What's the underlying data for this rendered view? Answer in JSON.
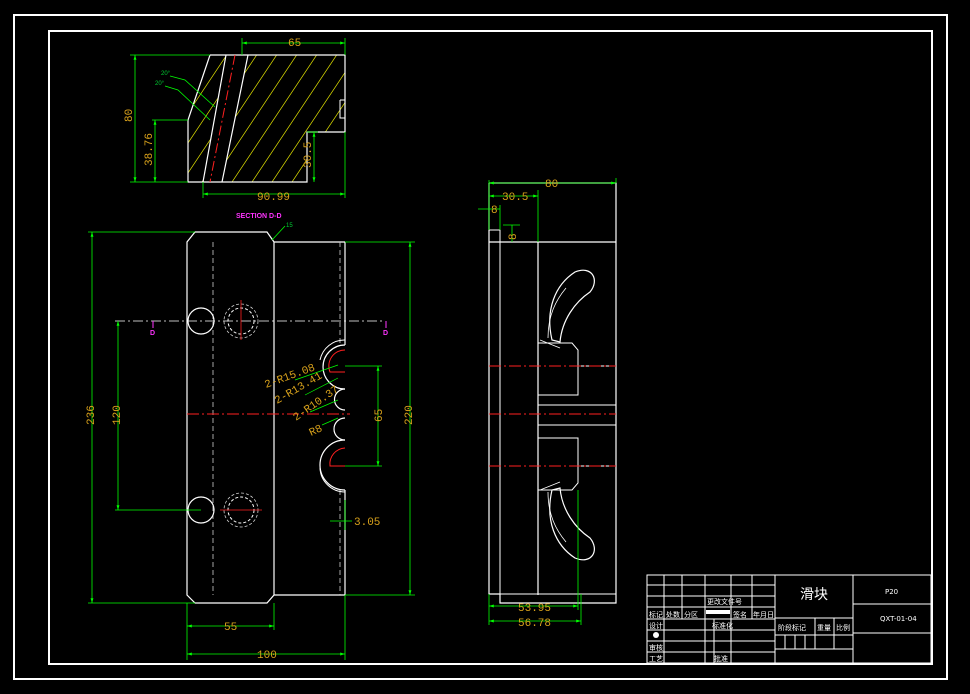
{
  "drawing": {
    "section_label": "SECTION D-D",
    "section_marks": [
      "D",
      "D"
    ],
    "chamfer_note": "15",
    "angle_notes": [
      "20°",
      "20°"
    ],
    "colors": {
      "background": "#000000",
      "outline": "#ffffff",
      "dimension": "#00ff00",
      "dimension_text": "#d9a21b",
      "centerline": "#ff2020",
      "hatch": "#e6e600",
      "section_label": "#ff33ff",
      "hidden": "#cfcfcf"
    },
    "top_view_dims": {
      "width_top": "65",
      "height": "80",
      "inner_height": "38.76",
      "step_height": "30.5",
      "bottom_width": "90.99"
    },
    "front_view_dims": {
      "total_height": "236",
      "hole_spacing": "120",
      "right_height": "220",
      "pocket_spacing": "65",
      "radius_1": "2-R15.08",
      "radius_2": "2-R13.41",
      "radius_3": "2-R10.37",
      "radius_4": "R8",
      "small_offset": "3.05",
      "bottom_55": "55",
      "bottom_100": "100"
    },
    "side_view_dims": {
      "top_width": "80",
      "offset_30": "30.5",
      "offset_8": "8",
      "vertical_8": "8",
      "bottom_53": "53.95",
      "bottom_56": "56.78"
    }
  },
  "title_block": {
    "part_name": "滑块",
    "material": "P20",
    "drawing_no": "QXT-01-04",
    "row_labels": [
      "标记",
      "处数",
      "分区",
      "更改文件号",
      "签名",
      "年月日"
    ],
    "left_labels": [
      "设计",
      "审核",
      "工艺"
    ],
    "mid_labels": [
      "标准化",
      "批准"
    ],
    "right_labels": [
      "阶段标记",
      "重量",
      "比例"
    ]
  }
}
